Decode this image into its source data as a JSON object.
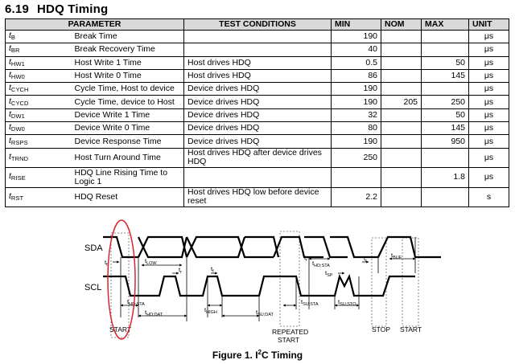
{
  "section": {
    "number": "6.19",
    "title": "HDQ Timing"
  },
  "table": {
    "headers": {
      "parameter": "PARAMETER",
      "test_conditions": "TEST CONDITIONS",
      "min": "MIN",
      "nom": "NOM",
      "max": "MAX",
      "unit": "UNIT"
    },
    "rows": [
      {
        "sym": "t",
        "sub": "B",
        "param": "Break Time",
        "cond": "",
        "min": "190",
        "nom": "",
        "max": "",
        "unit": "μs"
      },
      {
        "sym": "t",
        "sub": "BR",
        "param": "Break Recovery Time",
        "cond": "",
        "min": "40",
        "nom": "",
        "max": "",
        "unit": "μs"
      },
      {
        "sym": "t",
        "sub": "HW1",
        "param": "Host Write 1 Time",
        "cond": "Host drives HDQ",
        "min": "0.5",
        "nom": "",
        "max": "50",
        "unit": "μs"
      },
      {
        "sym": "t",
        "sub": "HW0",
        "param": "Host Write 0 Time",
        "cond": "Host drives HDQ",
        "min": "86",
        "nom": "",
        "max": "145",
        "unit": "μs"
      },
      {
        "sym": "t",
        "sub": "CYCH",
        "param": "Cycle Time, Host to device",
        "cond": "Device drives HDQ",
        "min": "190",
        "nom": "",
        "max": "",
        "unit": "μs"
      },
      {
        "sym": "t",
        "sub": "CYCD",
        "param": "Cycle Time, device to Host",
        "cond": "Device drives HDQ",
        "min": "190",
        "nom": "205",
        "max": "250",
        "unit": "μs"
      },
      {
        "sym": "t",
        "sub": "DW1",
        "param": "Device Write 1 Time",
        "cond": "Device drives HDQ",
        "min": "32",
        "nom": "",
        "max": "50",
        "unit": "μs"
      },
      {
        "sym": "t",
        "sub": "DW0",
        "param": "Device Write 0 Time",
        "cond": "Device drives HDQ",
        "min": "80",
        "nom": "",
        "max": "145",
        "unit": "μs"
      },
      {
        "sym": "t",
        "sub": "RSPS",
        "param": "Device Response Time",
        "cond": "Device drives HDQ",
        "min": "190",
        "nom": "",
        "max": "950",
        "unit": "μs"
      },
      {
        "sym": "t",
        "sub": "TRND",
        "param": "Host Turn Around Time",
        "cond": "Host drives HDQ after device drives HDQ",
        "min": "250",
        "nom": "",
        "max": "",
        "unit": "μs",
        "tall": true
      },
      {
        "sym": "t",
        "sub": "RISE",
        "param": "HDQ Line Rising Time to Logic 1",
        "cond": "",
        "min": "",
        "nom": "",
        "max": "1.8",
        "unit": "μs",
        "tall": true
      },
      {
        "sym": "t",
        "sub": "RST",
        "param": "HDQ Reset",
        "cond": "Host drives HDQ low before device reset",
        "min": "2.2",
        "nom": "",
        "max": "",
        "unit": "s",
        "tall": true
      }
    ]
  },
  "diagram": {
    "signals": {
      "sda": "SDA",
      "scl": "SCL"
    },
    "params": {
      "tf": "t",
      "tf_sub": "f",
      "tr": "t",
      "tr_sub": "r",
      "tlow": "t",
      "tlow_sub": "LOW",
      "thigh": "t",
      "thigh_sub": "HIGH",
      "thdsta": "t",
      "thdsta_sub": "HD;STA",
      "thddat": "t",
      "thddat_sub": "HD;DAT",
      "tsudat": "t",
      "tsudat_sub": "SU;DAT",
      "tsusta": "t",
      "tsusta_sub": "SU;STA",
      "tsusto": "t",
      "tsusto_sub": "SU;STO",
      "tsp": "t",
      "tsp_sub": "SP",
      "tbuf": "t",
      "tbuf_sub": "BUF",
      "thdsta2": "t",
      "thdsta2_sub": "HD;STA",
      "tf2": "t",
      "tf2_sub": "f",
      "tr2": "t",
      "tr2_sub": "r",
      "tr3": "t",
      "tr3_sub": "r"
    },
    "labels": {
      "start": "START",
      "repeated": "REPEATED",
      "repeated_start": "START",
      "stop": "STOP",
      "start2": "START"
    },
    "highlight_color": "#d9262c"
  },
  "caption": {
    "prefix": "Figure 1.  I",
    "sup": "2",
    "suffix": "C Timing"
  }
}
